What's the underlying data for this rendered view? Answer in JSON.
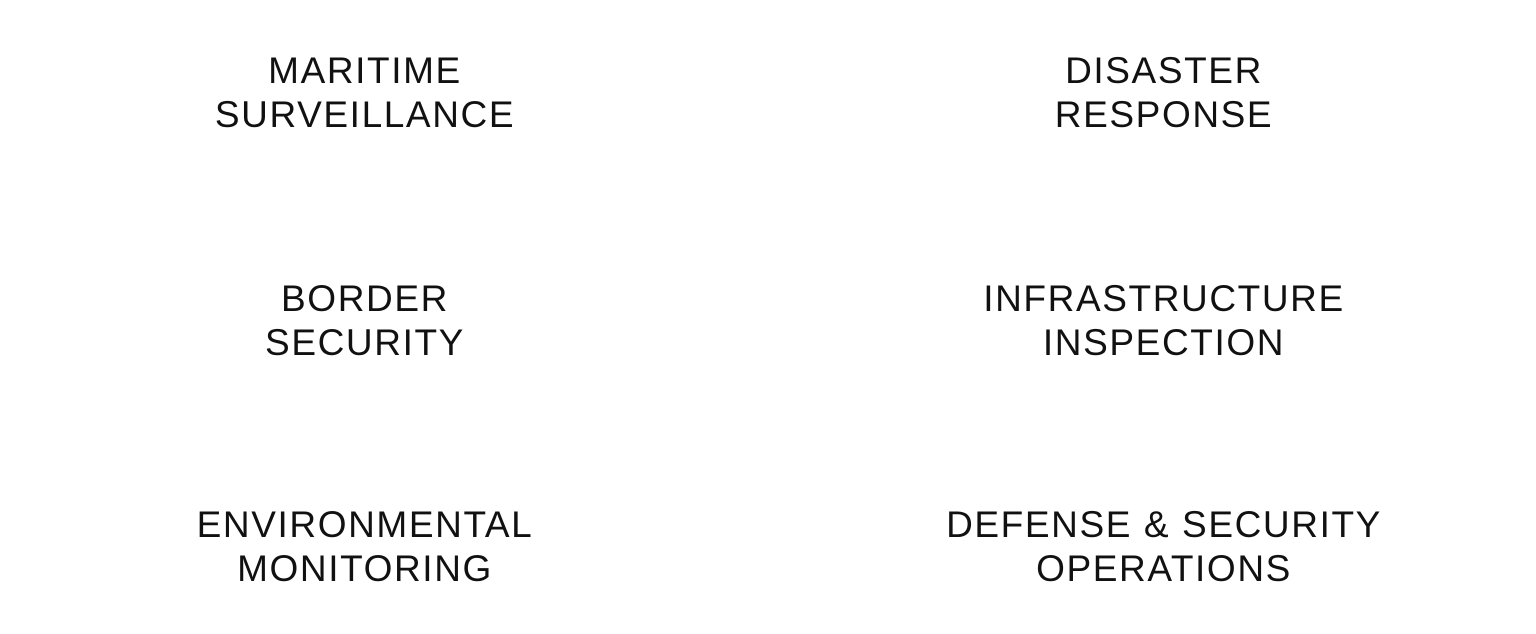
{
  "page": {
    "background_color": "#ffffff",
    "text_color": "#111111"
  },
  "use_cases": {
    "items": [
      {
        "id": "maritime-surveillance",
        "line1": "MARITIME",
        "line2": "SURVEILLANCE",
        "label": "MARITIME\nSURVEILLANCE"
      },
      {
        "id": "disaster-response",
        "line1": "DISASTER",
        "line2": "RESPONSE",
        "label": "DISASTER\nRESPONSE"
      },
      {
        "id": "border-security",
        "line1": "BORDER",
        "line2": "SECURITY",
        "label": "BORDER\nSECURITY"
      },
      {
        "id": "infrastructure-inspection",
        "line1": "INFRASTRUCTURE",
        "line2": "INSPECTION",
        "label": "INFRASTRUCTURE\nINSPECTION"
      },
      {
        "id": "environmental-monitoring",
        "line1": "ENVIRONMENTAL",
        "line2": "MONITORING",
        "label": "ENVIRONMENTAL\nMONITORING"
      },
      {
        "id": "defense-security-operations",
        "line1": "DEFENSE & SECURITY",
        "line2": "OPERATIONS",
        "label": "DEFENSE & SECURITY\nOPERATIONS"
      }
    ]
  }
}
